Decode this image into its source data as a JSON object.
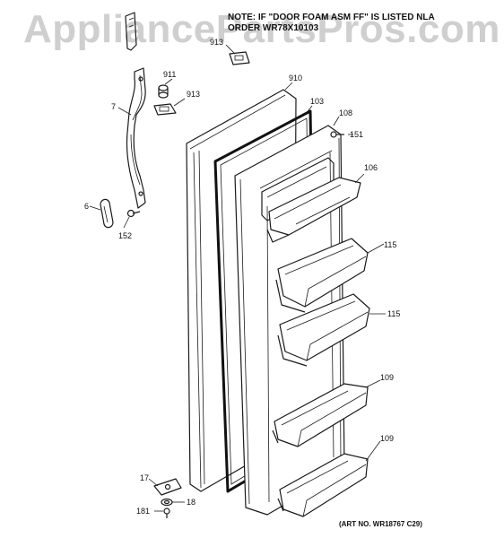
{
  "watermark": "AppliancePartsPros.com",
  "note": {
    "line1": "NOTE: IF \"DOOR FOAM ASM FF\" IS LISTED NLA",
    "line2": "ORDER WR78X10103"
  },
  "art_number": "(ART NO. WR18767 C29)",
  "callouts": [
    {
      "id": "913a",
      "label": "913"
    },
    {
      "id": "911",
      "label": "911"
    },
    {
      "id": "913b",
      "label": "913"
    },
    {
      "id": "910",
      "label": "910"
    },
    {
      "id": "103",
      "label": "103"
    },
    {
      "id": "108",
      "label": "108"
    },
    {
      "id": "151",
      "label": "151"
    },
    {
      "id": "106",
      "label": "106"
    },
    {
      "id": "7",
      "label": "7"
    },
    {
      "id": "6",
      "label": "6"
    },
    {
      "id": "152",
      "label": "152"
    },
    {
      "id": "115a",
      "label": "115"
    },
    {
      "id": "115b",
      "label": "115"
    },
    {
      "id": "109a",
      "label": "109"
    },
    {
      "id": "109b",
      "label": "109"
    },
    {
      "id": "17",
      "label": "17"
    },
    {
      "id": "18",
      "label": "18"
    },
    {
      "id": "181",
      "label": "181"
    }
  ]
}
